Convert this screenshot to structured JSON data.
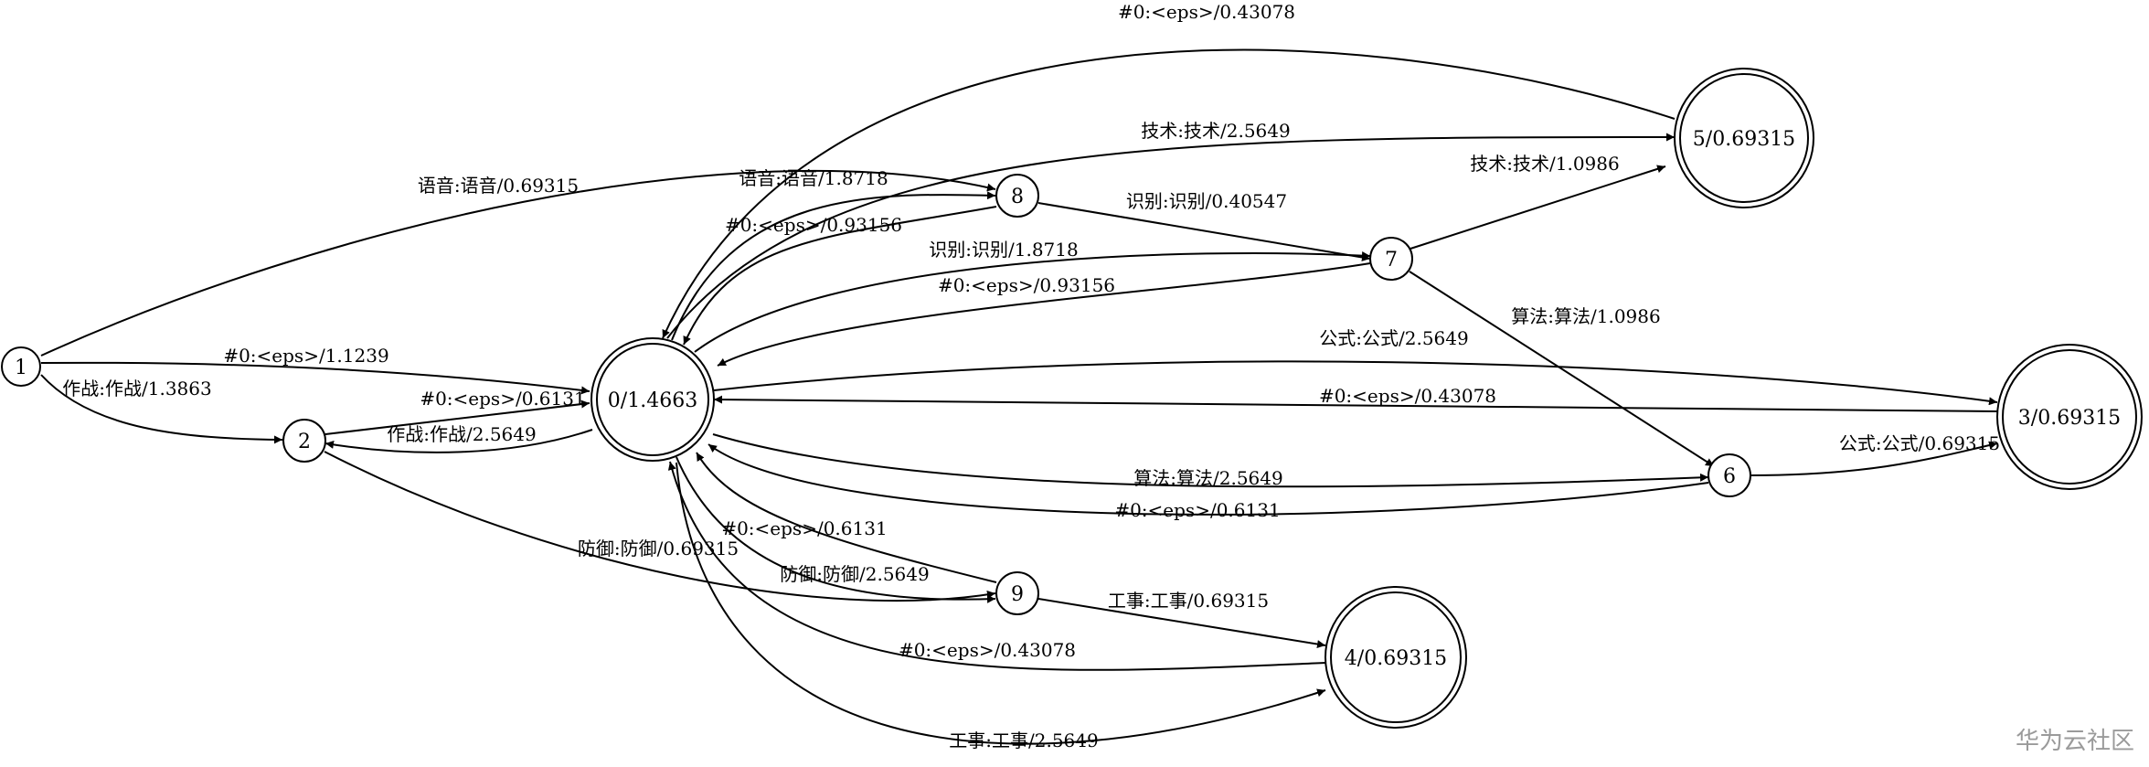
{
  "graph": {
    "nodes": [
      {
        "id": "1",
        "label": "1",
        "start": true
      },
      {
        "id": "2",
        "label": "2"
      },
      {
        "id": "0",
        "label": "0/1.4663",
        "final": true
      },
      {
        "id": "8",
        "label": "8"
      },
      {
        "id": "7",
        "label": "7"
      },
      {
        "id": "9",
        "label": "9"
      },
      {
        "id": "6",
        "label": "6"
      },
      {
        "id": "5",
        "label": "5/0.69315",
        "final": true
      },
      {
        "id": "3",
        "label": "3/0.69315",
        "final": true
      },
      {
        "id": "4",
        "label": "4/0.69315",
        "final": true
      }
    ],
    "edges": [
      {
        "from": "1",
        "to": "8",
        "label": "语音:语音/0.69315"
      },
      {
        "from": "1",
        "to": "0",
        "label": "#0:<eps>/1.1239"
      },
      {
        "from": "1",
        "to": "2",
        "label": "作战:作战/1.3863"
      },
      {
        "from": "2",
        "to": "0",
        "label": "#0:<eps>/0.6131"
      },
      {
        "from": "0",
        "to": "2",
        "label": "作战:作战/2.5649"
      },
      {
        "from": "2",
        "to": "9",
        "label": "防御:防御/0.69315"
      },
      {
        "from": "5",
        "to": "0",
        "label": "#0:<eps>/0.43078"
      },
      {
        "from": "0",
        "to": "5",
        "label": "技术:技术/2.5649"
      },
      {
        "from": "0",
        "to": "8",
        "label": "语音:语音/1.8718"
      },
      {
        "from": "8",
        "to": "0",
        "label": "#0:<eps>/0.93156"
      },
      {
        "from": "8",
        "to": "7",
        "label": "识别:识别/0.40547"
      },
      {
        "from": "0",
        "to": "7",
        "label": "识别:识别/1.8718"
      },
      {
        "from": "7",
        "to": "0",
        "label": "#0:<eps>/0.93156"
      },
      {
        "from": "7",
        "to": "5",
        "label": "技术:技术/1.0986"
      },
      {
        "from": "7",
        "to": "6",
        "label": "算法:算法/1.0986"
      },
      {
        "from": "0",
        "to": "3",
        "label": "公式:公式/2.5649"
      },
      {
        "from": "3",
        "to": "0",
        "label": "#0:<eps>/0.43078"
      },
      {
        "from": "6",
        "to": "3",
        "label": "公式:公式/0.69315"
      },
      {
        "from": "0",
        "to": "6",
        "label": "算法:算法/2.5649"
      },
      {
        "from": "6",
        "to": "0",
        "label": "#0:<eps>/0.6131"
      },
      {
        "from": "9",
        "to": "0",
        "label": "#0:<eps>/0.6131"
      },
      {
        "from": "0",
        "to": "9",
        "label": "防御:防御/2.5649"
      },
      {
        "from": "9",
        "to": "4",
        "label": "工事:工事/0.69315"
      },
      {
        "from": "4",
        "to": "0",
        "label": "#0:<eps>/0.43078"
      },
      {
        "from": "0",
        "to": "4",
        "label": "工事:工事/2.5649"
      }
    ]
  },
  "watermark": "华为云社区"
}
